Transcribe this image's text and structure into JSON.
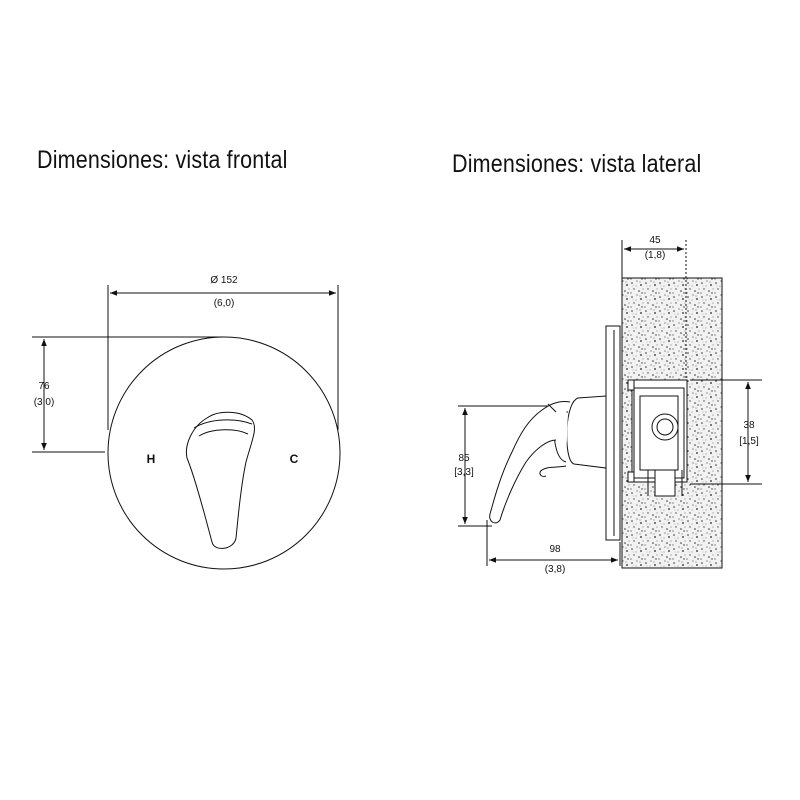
{
  "front": {
    "title": "Dimensiones: vista frontal",
    "diameter": "Ø 152",
    "diameter_in": "(6,0)",
    "height": "76",
    "height_in": "(3,0)",
    "hot": "H",
    "cold": "C"
  },
  "side": {
    "title": "Dimensiones: vista lateral",
    "depth": "45",
    "depth_in": "(1,8)",
    "handle_height": "85",
    "handle_height_in": "[3,3]",
    "valve_height": "38",
    "valve_height_in": "[1,5]",
    "projection": "98",
    "projection_in": "(3,8)"
  }
}
